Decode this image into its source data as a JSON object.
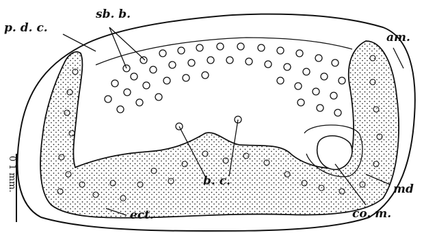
{
  "labels": {
    "pdc": "p. d. c.",
    "sbb": "sb. b.",
    "am": "am.",
    "bc": "b. c.",
    "ect": "ect.",
    "com": "co. m.",
    "md": "md"
  },
  "scale_bar": "0 1 mm.",
  "colors": {
    "ink": "#111111",
    "paper": "#ffffff"
  }
}
